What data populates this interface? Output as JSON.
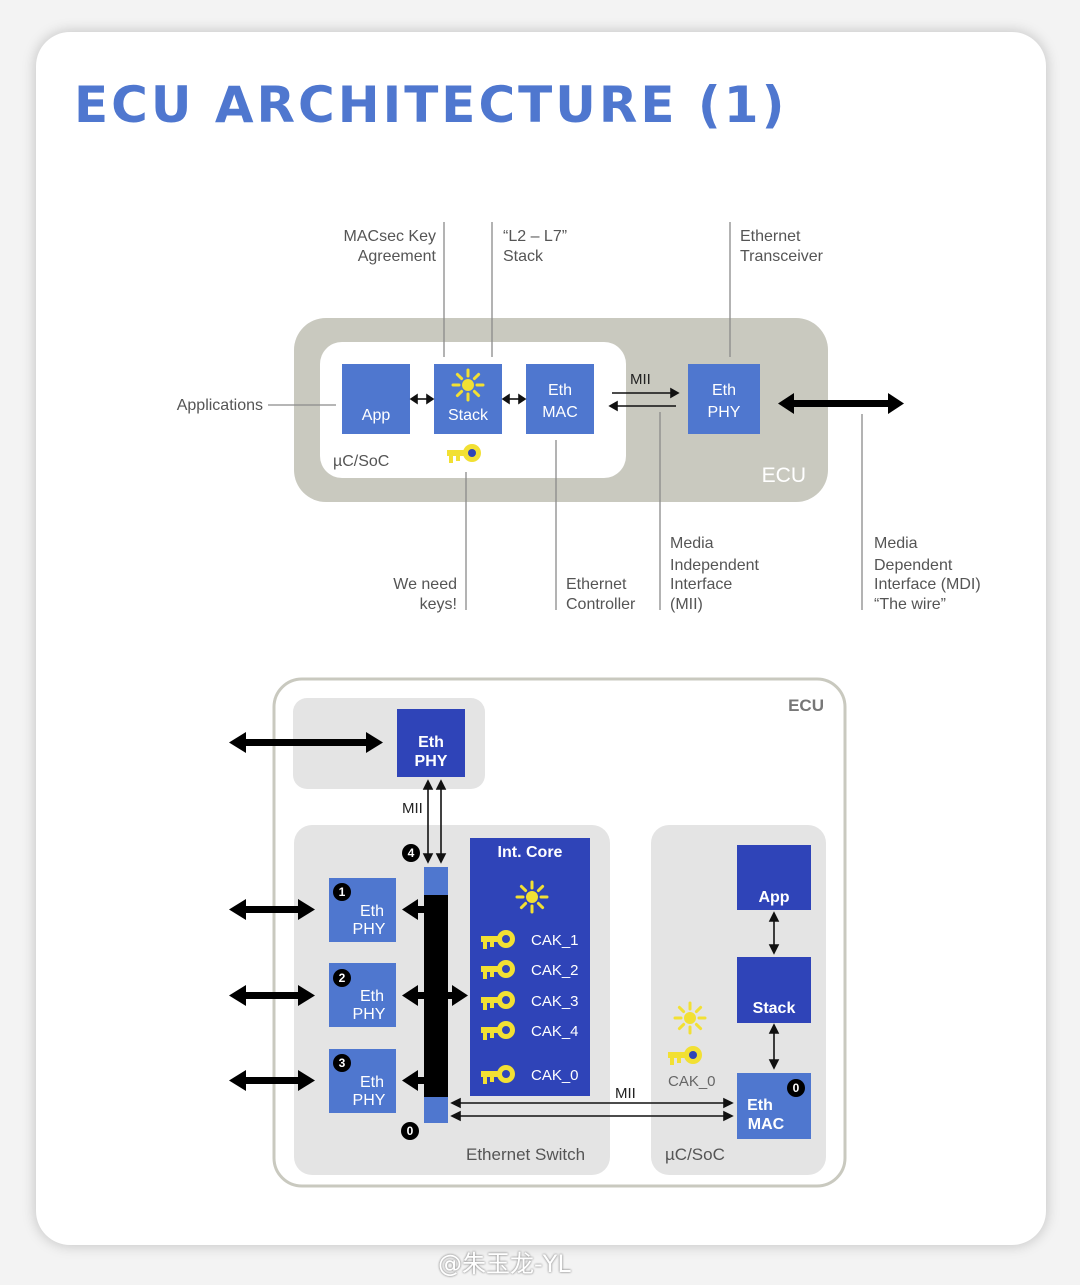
{
  "title": "ECU ARCHITECTURE (1)",
  "diagram1": {
    "callouts": {
      "mka": [
        "MACsec Key",
        "Agreement"
      ],
      "l2l7": [
        "“L2 – L7”",
        "Stack"
      ],
      "transceiver": [
        "Ethernet",
        "Transceiver"
      ],
      "applications": "Applications",
      "keys": [
        "We need",
        "keys!"
      ],
      "controller": [
        "Ethernet",
        "Controller"
      ],
      "mii": [
        "Media",
        "Independent",
        "Interface",
        "(MII)"
      ],
      "mdi": [
        "Media",
        "Dependent",
        "Interface (MDI)",
        "“The wire”"
      ]
    },
    "blocks": {
      "app": "App",
      "stack": "Stack",
      "mac": [
        "Eth",
        "MAC"
      ],
      "phy": [
        "Eth",
        "PHY"
      ]
    },
    "soc_label": "µC/SoC",
    "mii_label": "MII",
    "ecu_label": "ECU"
  },
  "diagram2": {
    "ecu_label": "ECU",
    "top_phy": [
      "Eth",
      "PHY"
    ],
    "mii_vertical": "MII",
    "mii_horizontal": "MII",
    "port_phys": [
      {
        "num": "1",
        "label": [
          "Eth",
          "PHY"
        ]
      },
      {
        "num": "2",
        "label": [
          "Eth",
          "PHY"
        ]
      },
      {
        "num": "3",
        "label": [
          "Eth",
          "PHY"
        ]
      }
    ],
    "port4": "4",
    "port0_switch": "0",
    "int_core": {
      "title": "Int. Core",
      "keys": [
        "CAK_1",
        "CAK_2",
        "CAK_3",
        "CAK_4",
        "CAK_0"
      ]
    },
    "switch_label": "Ethernet Switch",
    "soc": {
      "app": "App",
      "stack": "Stack",
      "mac": [
        "Eth",
        "MAC"
      ],
      "mac_port": "0",
      "cak": "CAK_0",
      "label": "µC/SoC"
    }
  },
  "colors": {
    "title": "#4f77cf",
    "block_light": "#4f77cf",
    "block_dark": "#2f44b8",
    "key": "#f2e033",
    "ecu_box": "#c9c9bf"
  },
  "watermark": "@朱玉龙-YL"
}
